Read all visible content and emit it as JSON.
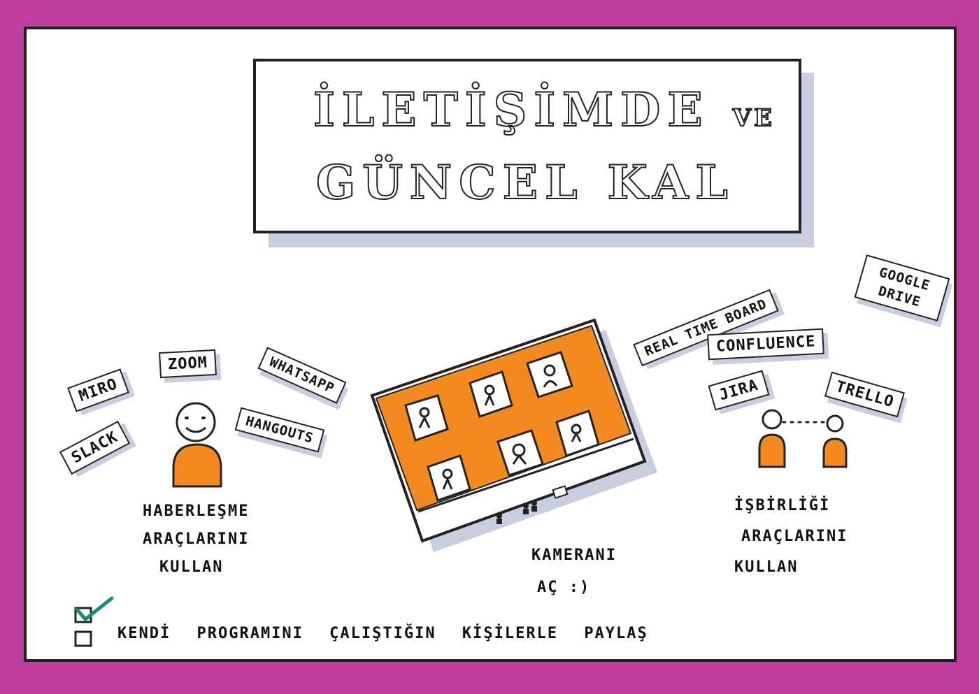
{
  "title": {
    "line1": "İLETİŞİMDE",
    "line1_suffix": "VE",
    "line2": "GÜNCEL KAL"
  },
  "communication": {
    "tags": [
      "MIRO",
      "ZOOM",
      "WHATSAPP",
      "SLACK",
      "HANGOUTS"
    ],
    "caption": [
      "HABERLEŞME",
      "ARAÇLARINI",
      "KULLAN"
    ]
  },
  "camera": {
    "caption": [
      "KAMERANI",
      "AÇ :)"
    ]
  },
  "collaboration": {
    "tags": [
      "GOOGLE DRIVE",
      "REAL TIME BOARD",
      "CONFLUENCE",
      "JIRA",
      "TRELLO"
    ],
    "caption": [
      "İŞBİRLİĞİ",
      "ARAÇLARINI",
      "KULLAN"
    ]
  },
  "footer": {
    "text": "KENDİ PROGRAMINI ÇALIŞTIĞIN KİŞİLERLE PAYLAŞ"
  },
  "colors": {
    "border": "#c23e9e",
    "accent": "#f28a1f",
    "ink": "#222222",
    "shadow": "#c8cde0",
    "check": "#1a8a7a"
  }
}
